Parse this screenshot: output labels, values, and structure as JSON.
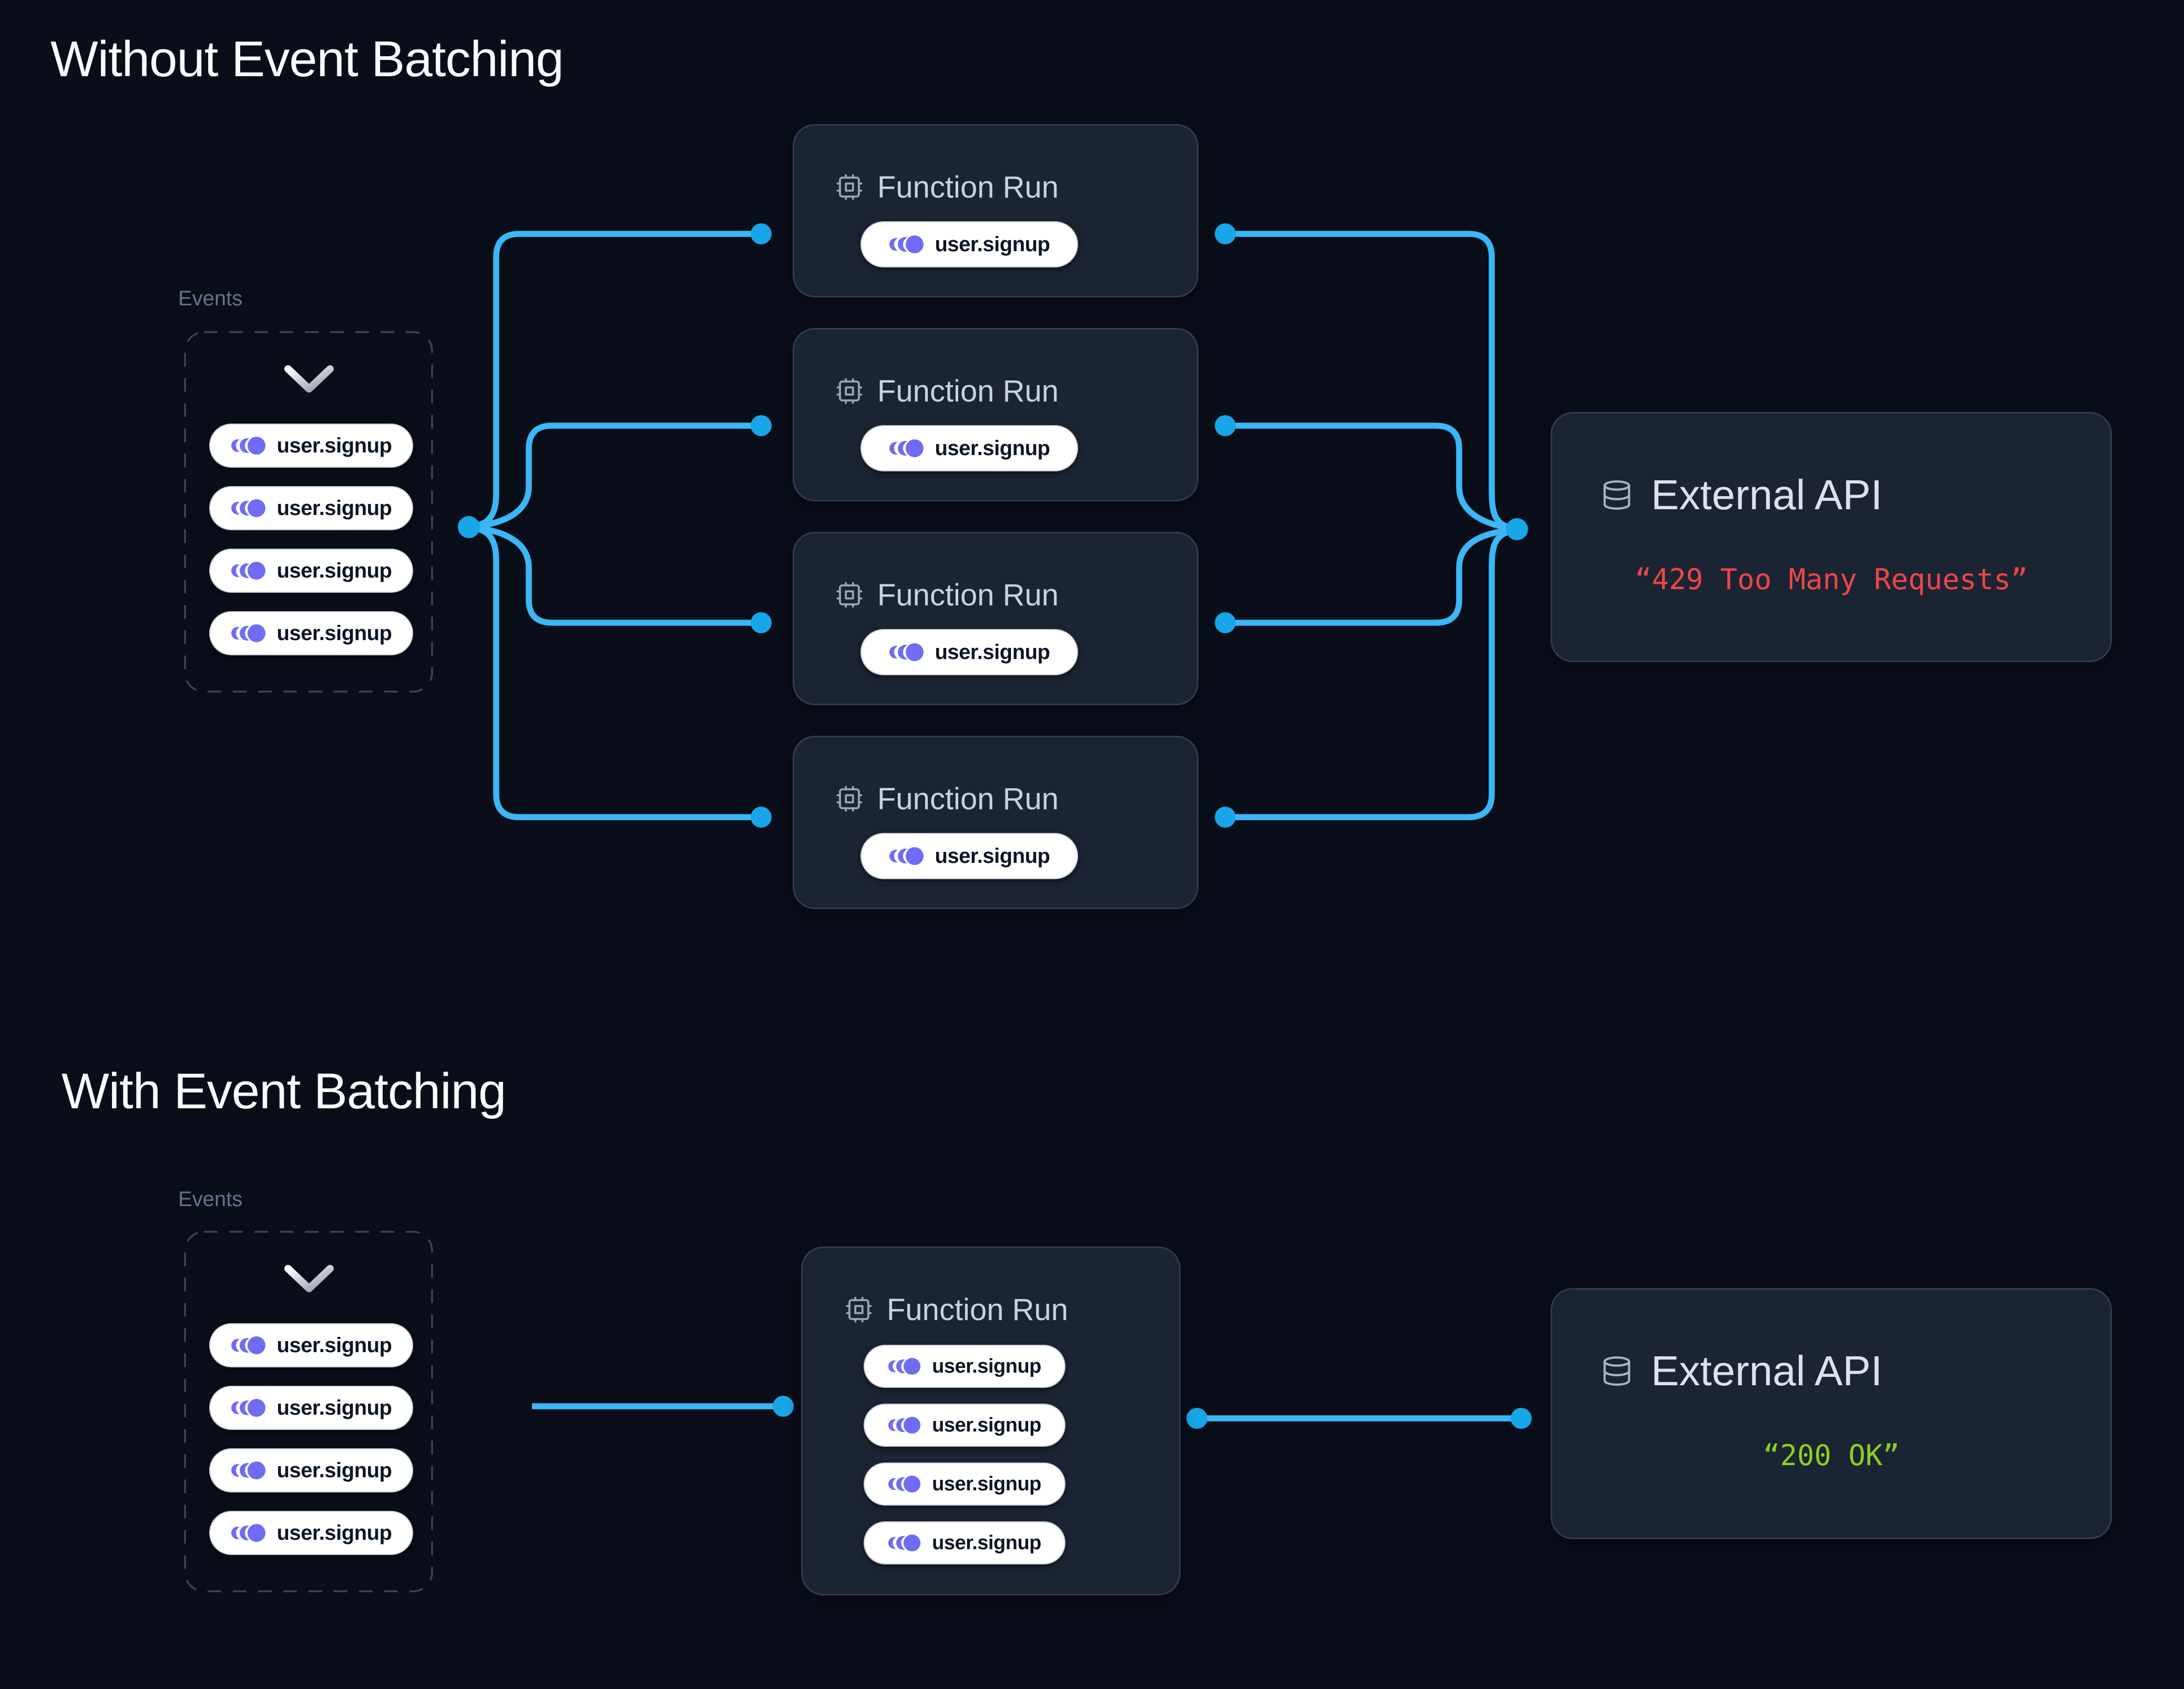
{
  "colors": {
    "background": "#0A0E19",
    "card_bg": "#1B2433",
    "card_border": "#303C52",
    "wire_cyan": "#3BB7F6",
    "dot_cyan": "#18A6E8",
    "event_icon_indigo": "#6F6CF3",
    "error_red": "#EF4649",
    "success_green": "#8BD120",
    "pill_text": "#0D1626",
    "muted_label": "#66748C"
  },
  "icons": {
    "event_pill_icon": "event-pulse-circles",
    "function_icon": "cpu-chip",
    "api_icon": "database-cylinder",
    "events_box_icon": "chevron-down"
  },
  "sections": [
    {
      "title": "Without Event Batching",
      "events": {
        "label": "Events",
        "pills": [
          "user.signup",
          "user.signup",
          "user.signup",
          "user.signup"
        ]
      },
      "function_runs": [
        {
          "label": "Function Run",
          "pills": [
            "user.signup"
          ]
        },
        {
          "label": "Function Run",
          "pills": [
            "user.signup"
          ]
        },
        {
          "label": "Function Run",
          "pills": [
            "user.signup"
          ]
        },
        {
          "label": "Function Run",
          "pills": [
            "user.signup"
          ]
        }
      ],
      "external_api": {
        "title": "External API",
        "status": "“429 Too Many Requests”"
      }
    },
    {
      "title": "With Event Batching",
      "events": {
        "label": "Events",
        "pills": [
          "user.signup",
          "user.signup",
          "user.signup",
          "user.signup"
        ]
      },
      "function_runs": [
        {
          "label": "Function Run",
          "pills": [
            "user.signup",
            "user.signup",
            "user.signup",
            "user.signup"
          ]
        }
      ],
      "external_api": {
        "title": "External API",
        "status": "“200 OK”"
      }
    }
  ]
}
